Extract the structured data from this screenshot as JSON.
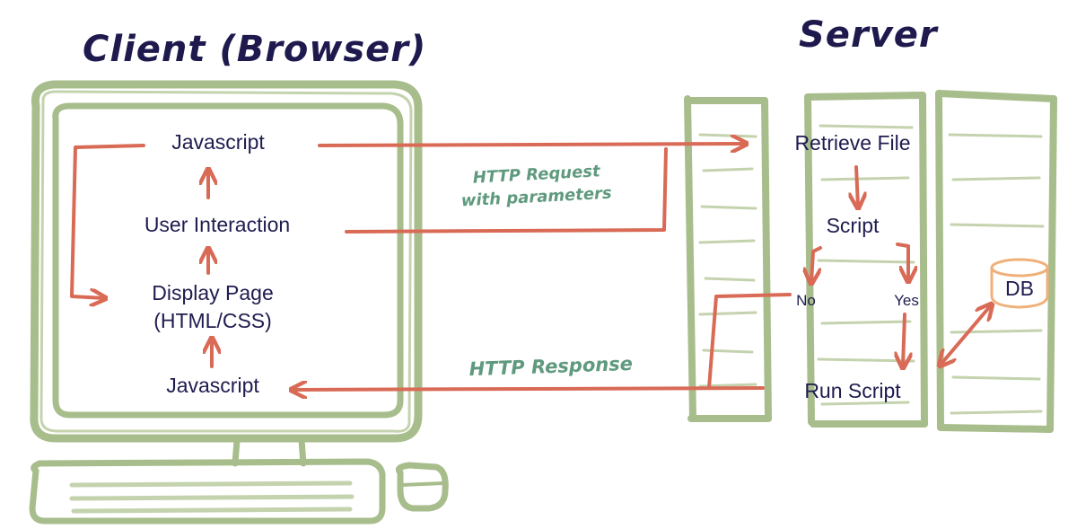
{
  "client": {
    "title": "Client (Browser)",
    "js_top": "Javascript",
    "user_interaction": "User Interaction",
    "display_page_line1": "Display Page",
    "display_page_line2": "(HTML/CSS)",
    "js_bottom": "Javascript"
  },
  "server": {
    "title": "Server",
    "retrieve_file": "Retrieve File",
    "script": "Script",
    "no": "No",
    "yes": "Yes",
    "run_script": "Run Script",
    "db": "DB"
  },
  "http": {
    "request_line1": "HTTP Request",
    "request_line2": "with parameters",
    "response": "HTTP Response"
  },
  "colors": {
    "monitor": "#a8bd8c",
    "arrows": "#d96a56",
    "titles": "#1e1a4e",
    "http_labels": "#5f9a7e",
    "db": "#f0b07a"
  }
}
